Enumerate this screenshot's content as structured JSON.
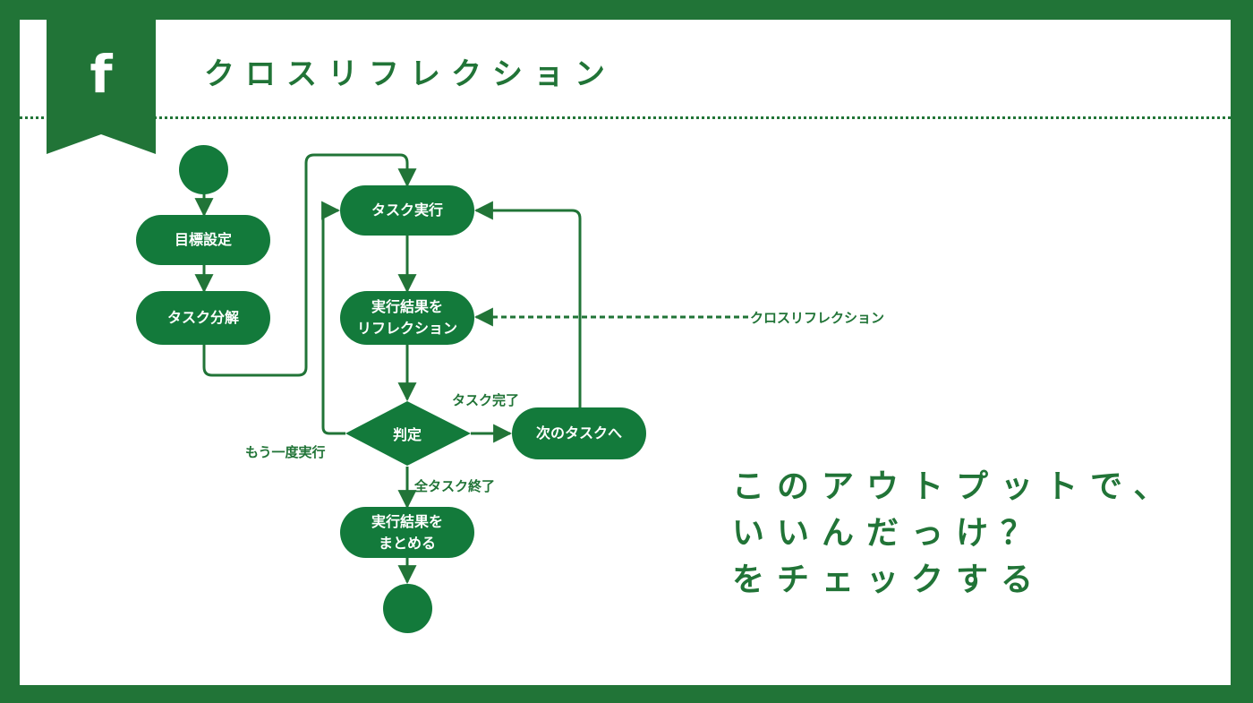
{
  "header": {
    "ribbon_letter": "f",
    "title": "クロスリフレクション"
  },
  "flow": {
    "nodes": {
      "goal_setting": "目標設定",
      "task_breakdown": "タスク分解",
      "task_execution": "タスク実行",
      "reflect_line1": "実行結果を",
      "reflect_line2": "リフレクション",
      "judgement": "判定",
      "next_task": "次のタスクへ",
      "summarize_line1": "実行結果を",
      "summarize_line2": "まとめる"
    },
    "edge_labels": {
      "task_done": "タスク完了",
      "retry": "もう一度実行",
      "all_done": "全タスク終了",
      "cross_reflection": "クロスリフレクション"
    }
  },
  "message": {
    "line1": "このアウトプットで、",
    "line2": "いいんだっけ？",
    "line3": "をチェックする"
  },
  "colors": {
    "brand_green": "#217437",
    "node_green": "#137a3b",
    "background": "#ffffff"
  }
}
